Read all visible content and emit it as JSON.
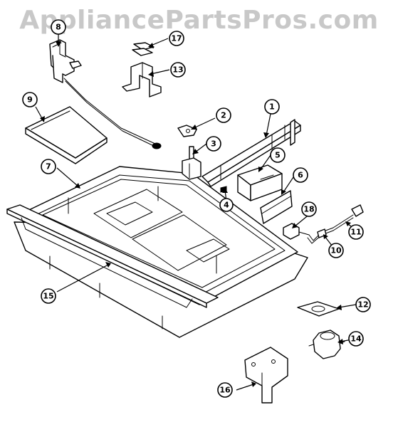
{
  "watermark": "AppliancePartsPros.com",
  "callouts": [
    {
      "label": "8"
    },
    {
      "label": "17"
    },
    {
      "label": "13"
    },
    {
      "label": "9"
    },
    {
      "label": "2"
    },
    {
      "label": "1"
    },
    {
      "label": "3"
    },
    {
      "label": "5"
    },
    {
      "label": "7"
    },
    {
      "label": "6"
    },
    {
      "label": "4"
    },
    {
      "label": "18"
    },
    {
      "label": "11"
    },
    {
      "label": "10"
    },
    {
      "label": "15"
    },
    {
      "label": "12"
    },
    {
      "label": "14"
    },
    {
      "label": "16"
    }
  ]
}
